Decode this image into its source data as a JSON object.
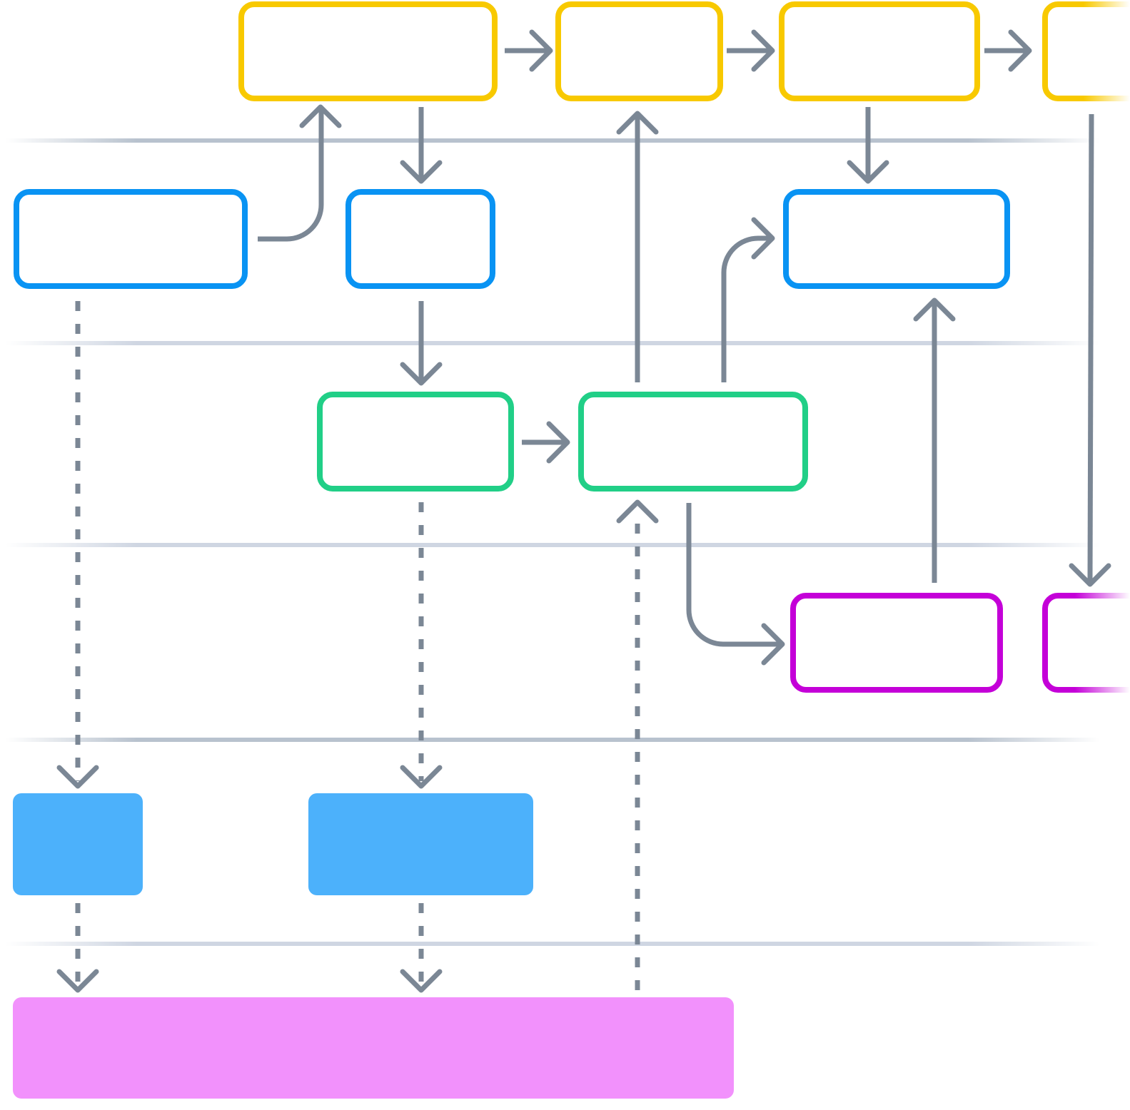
{
  "diagram": {
    "lane_count": 6,
    "colors": {
      "stage_1": "#f8c900",
      "stage_2": "#0993f3",
      "stage_3": "#21cf87",
      "stage_4": "#c400d8",
      "output_blue": "#4cb1fb",
      "output_pink": "#f291fc",
      "connector": "#7b8795",
      "lane_divider": "#b8c2ce"
    },
    "nodes": [
      {
        "id": "y1",
        "style": "outline",
        "color_key": "stage_1",
        "label": ""
      },
      {
        "id": "y2",
        "style": "outline",
        "color_key": "stage_1",
        "label": ""
      },
      {
        "id": "y3",
        "style": "outline",
        "color_key": "stage_1",
        "label": ""
      },
      {
        "id": "y4",
        "style": "outline",
        "color_key": "stage_1",
        "label": "",
        "clipped": true
      },
      {
        "id": "b1",
        "style": "outline",
        "color_key": "stage_2",
        "label": ""
      },
      {
        "id": "b2",
        "style": "outline",
        "color_key": "stage_2",
        "label": ""
      },
      {
        "id": "b3",
        "style": "outline",
        "color_key": "stage_2",
        "label": ""
      },
      {
        "id": "g1",
        "style": "outline",
        "color_key": "stage_3",
        "label": ""
      },
      {
        "id": "g2",
        "style": "outline",
        "color_key": "stage_3",
        "label": ""
      },
      {
        "id": "p1",
        "style": "outline",
        "color_key": "stage_4",
        "label": ""
      },
      {
        "id": "p2",
        "style": "outline",
        "color_key": "stage_4",
        "label": "",
        "clipped": true
      },
      {
        "id": "s1",
        "style": "filled",
        "color_key": "output_blue",
        "label": ""
      },
      {
        "id": "s2",
        "style": "filled",
        "color_key": "output_blue",
        "label": ""
      },
      {
        "id": "s3",
        "style": "filled",
        "color_key": "output_pink",
        "label": ""
      }
    ],
    "edges": [
      {
        "from": "y1",
        "to": "y2",
        "style": "solid"
      },
      {
        "from": "y2",
        "to": "y3",
        "style": "solid"
      },
      {
        "from": "y3",
        "to": "y4",
        "style": "solid"
      },
      {
        "from": "b1",
        "to": "y1",
        "style": "solid"
      },
      {
        "from": "y1",
        "to": "b2",
        "style": "solid"
      },
      {
        "from": "g2",
        "to": "y2",
        "style": "solid"
      },
      {
        "from": "y3",
        "to": "b3",
        "style": "solid"
      },
      {
        "from": "y4",
        "to": "p2",
        "style": "solid"
      },
      {
        "from": "b2",
        "to": "g1",
        "style": "solid"
      },
      {
        "from": "g2",
        "to": "b3",
        "style": "solid"
      },
      {
        "from": "p1",
        "to": "b3",
        "style": "solid"
      },
      {
        "from": "g1",
        "to": "g2",
        "style": "solid"
      },
      {
        "from": "g2",
        "to": "p1",
        "style": "solid"
      },
      {
        "from": "s3",
        "to": "g2",
        "style": "dashed"
      },
      {
        "from": "b1",
        "to": "s1",
        "style": "dashed"
      },
      {
        "from": "g1",
        "to": "s2",
        "style": "dashed"
      },
      {
        "from": "s1",
        "to": "s3",
        "style": "dashed"
      },
      {
        "from": "s2",
        "to": "s3",
        "style": "dashed"
      }
    ]
  }
}
